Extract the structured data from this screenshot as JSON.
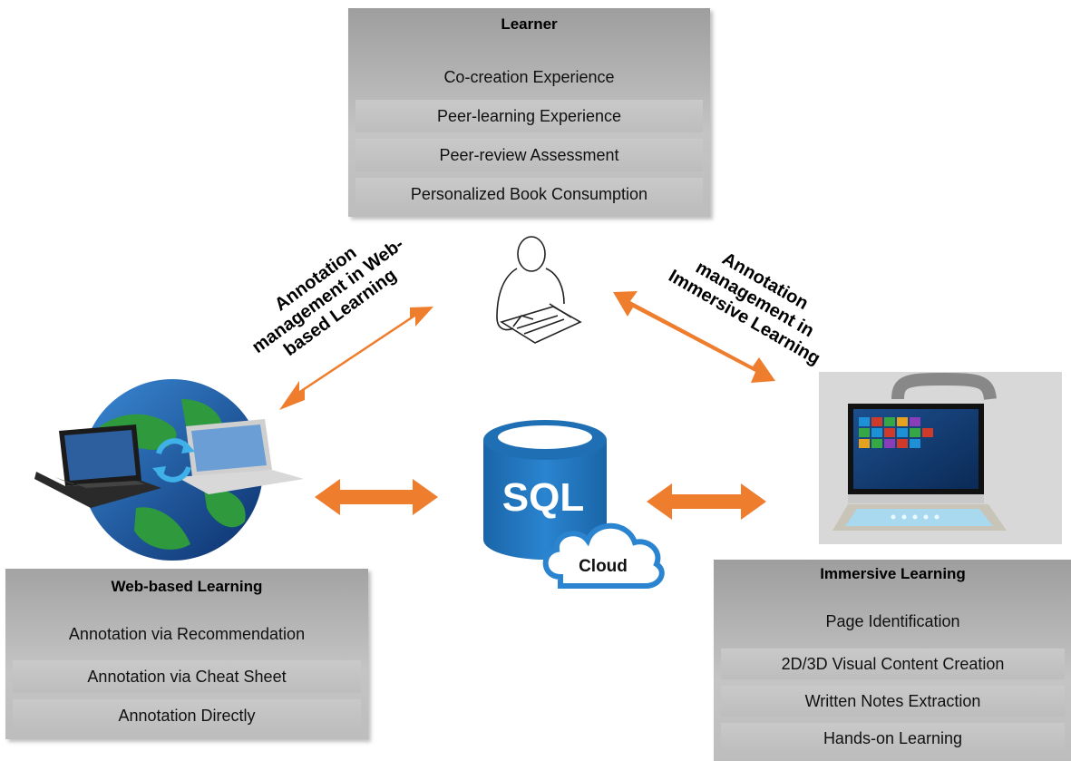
{
  "learner": {
    "title": "Learner",
    "items": [
      "Co-creation Experience",
      "Peer-learning Experience",
      "Peer-review Assessment",
      "Personalized Book Consumption"
    ]
  },
  "web": {
    "title": "Web-based Learning",
    "items": [
      "Annotation via Recommendation",
      "Annotation via Cheat Sheet",
      "Annotation Directly"
    ]
  },
  "immersive": {
    "title": "Immersive Learning",
    "items": [
      "Page Identification",
      "2D/3D Visual Content Creation",
      "Written Notes Extraction",
      "Hands-on Learning"
    ]
  },
  "labels": {
    "left_arrow": "Annotation\nmanagement in Web-\nbased Learning",
    "right_arrow": "Annotation\nmanagement in\nImmersive Learning"
  },
  "database": {
    "name": "SQL",
    "cloud": "Cloud"
  },
  "colors": {
    "arrow": "#ee7d2e",
    "db": "#1f6fb4",
    "panel": "#bdbdbd"
  },
  "icons": [
    "learner-person-icon",
    "laptops-globe-icon",
    "immersive-computer-icon",
    "sql-database-icon",
    "cloud-icon"
  ]
}
